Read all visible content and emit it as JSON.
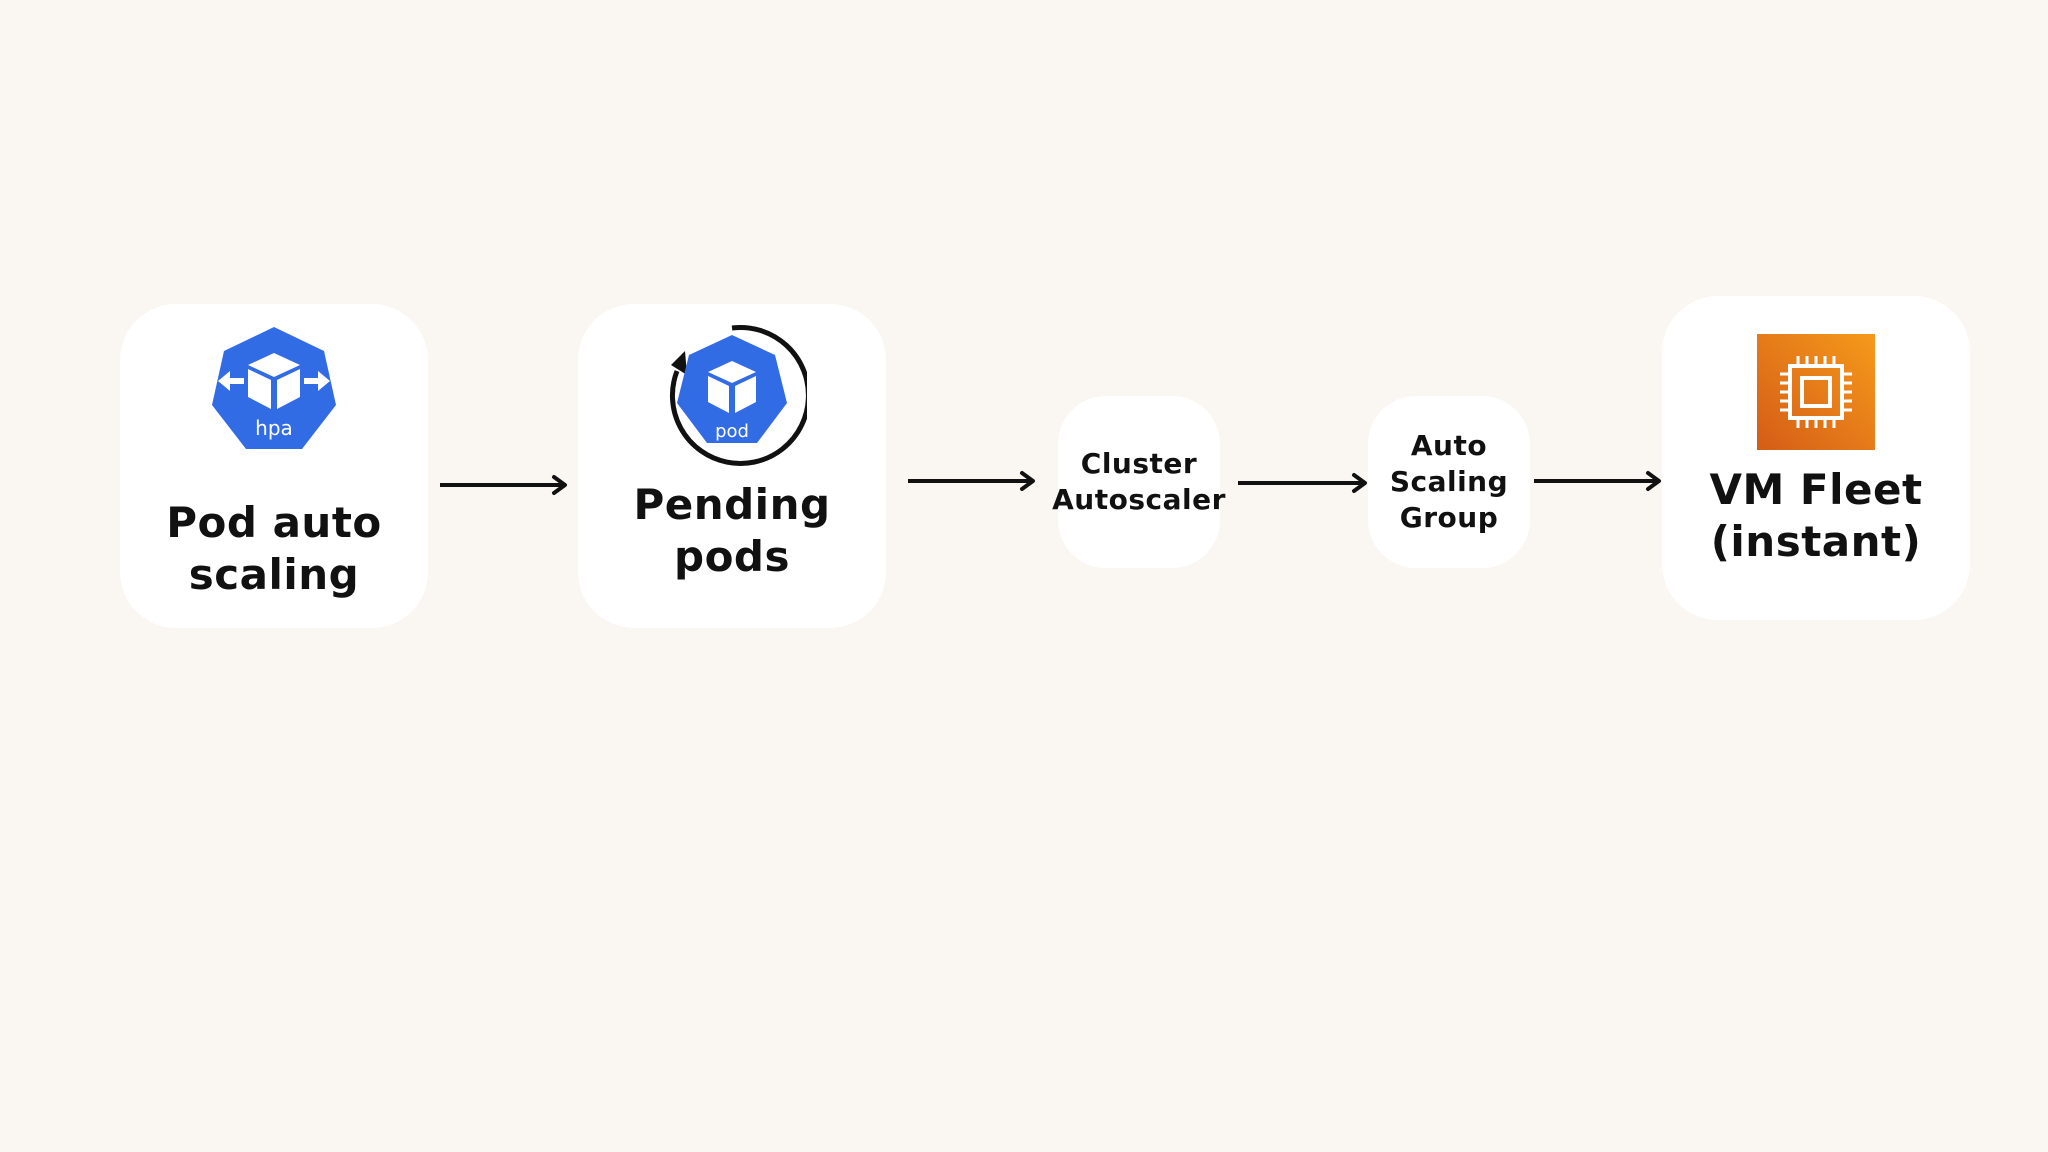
{
  "diagram": {
    "nodes": [
      {
        "id": "hpa",
        "label": "Pod auto\nscaling",
        "icon": "hpa-icon",
        "icon_text": "hpa"
      },
      {
        "id": "pending",
        "label": "Pending pods",
        "icon": "pod-icon",
        "icon_text": "pod"
      },
      {
        "id": "ca",
        "label": "Cluster\nAutoscaler"
      },
      {
        "id": "asg",
        "label": "Auto\nScaling\nGroup"
      },
      {
        "id": "vm",
        "label": "VM Fleet\n(instant)",
        "icon": "ec2-chip-icon"
      }
    ],
    "edges": [
      {
        "from": "hpa",
        "to": "pending"
      },
      {
        "from": "pending",
        "to": "ca"
      },
      {
        "from": "ca",
        "to": "asg"
      },
      {
        "from": "asg",
        "to": "vm"
      }
    ],
    "colors": {
      "background": "#faf7f2",
      "card": "#ffffff",
      "kubernetes_blue": "#326ce5",
      "ec2_orange_light": "#f59a1b",
      "ec2_orange_dark": "#d55c17",
      "text": "#111111"
    }
  }
}
